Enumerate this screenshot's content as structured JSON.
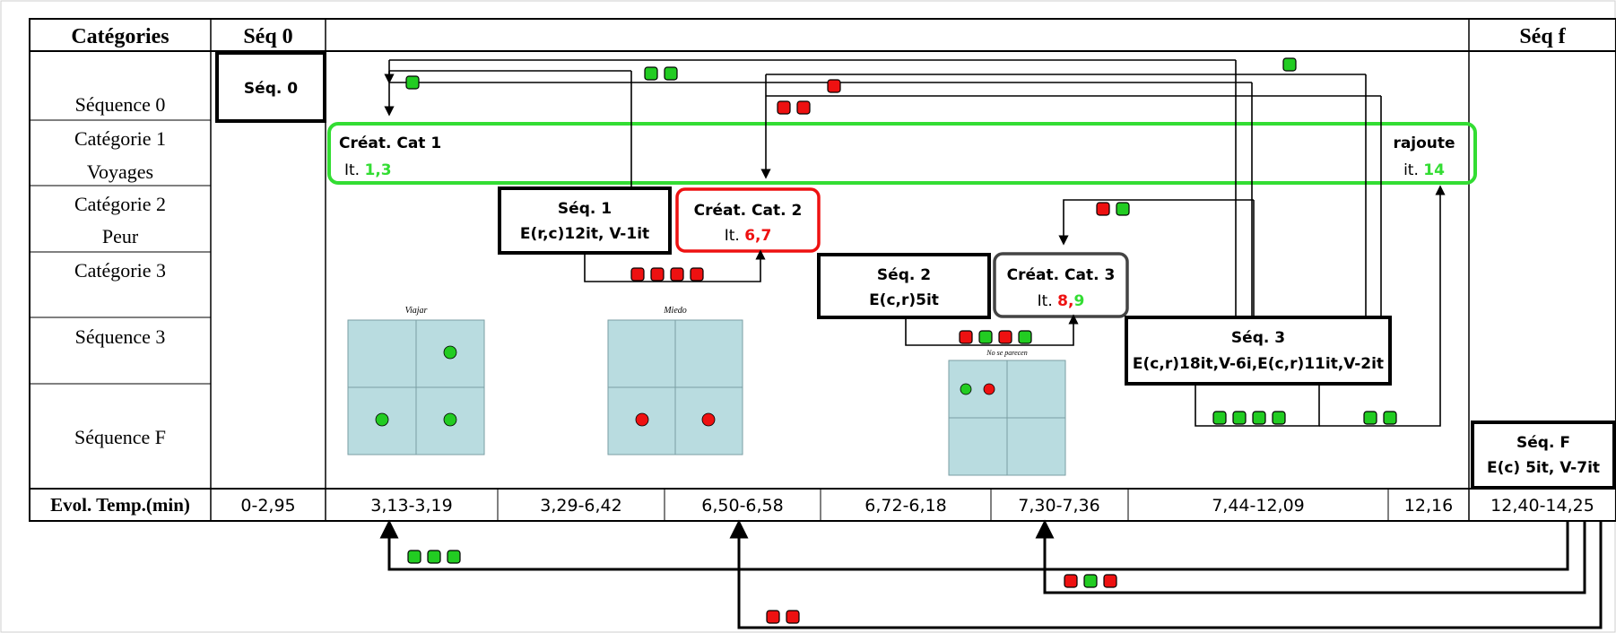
{
  "header": {
    "categories": "Catégories",
    "seq0": "Séq 0",
    "seqf": "Séq f"
  },
  "rows": {
    "sequence0": "Séquence 0",
    "cat1_l1": "Catégorie 1",
    "cat1_l2": "Voyages",
    "cat2_l1": "Catégorie 2",
    "cat2_l2": "Peur",
    "cat3": "Catégorie 3",
    "sequence3": "Séquence 3",
    "sequenceF": "Séquence F",
    "evol": "Evol. Temp.(min)"
  },
  "boxes": {
    "seq0_box": "Séq. 0",
    "creat_cat1": "Créat. Cat 1",
    "creat_cat1_it_prefix": "It. ",
    "creat_cat1_it": "1,3",
    "rajoute": "rajoute",
    "rajoute_it_prefix": "it. ",
    "rajoute_it": "14",
    "seq1_l1": "Séq. 1",
    "seq1_l2": "E(r,c)12it, V-1it",
    "creat_cat2": "Créat. Cat. 2",
    "creat_cat2_it_prefix": "It. ",
    "creat_cat2_it": "6,7",
    "seq2_l1": "Séq. 2",
    "seq2_l2": "E(c,r)5it",
    "creat_cat3": "Créat. Cat. 3",
    "creat_cat3_it_prefix": "It. ",
    "creat_cat3_it_a": "8",
    "creat_cat3_it_sep": ",",
    "creat_cat3_it_b": "9",
    "seq3_l1": "Séq. 3",
    "seq3_l2": "E(c,r)18it,V-6i,E(c,r)11it,V-2it",
    "seqF_l1": "Séq. F",
    "seqF_l2": "E(c) 5it, V-7it"
  },
  "thumbnails": {
    "viajar": "Viajar",
    "miedo": "Miedo",
    "no_se_parecen": "No se parecen"
  },
  "time": [
    "0-2,95",
    "3,13-3,19",
    "3,29-6,42",
    "6,50-6,58",
    "6,72-6,18",
    "7,30-7,36",
    "7,44-12,09",
    "12,16",
    "12,40-14,25"
  ],
  "colors": {
    "green": "#22cc22",
    "red": "#ee1111",
    "box_green": "#33dd33",
    "box_red": "#ee1111",
    "thumb_fill": "#b9dce0"
  },
  "markers": {
    "seq0_area": [
      "green",
      "green",
      "green",
      "green"
    ],
    "top_red": [
      "red",
      "red",
      "red"
    ],
    "seq1_trans": [
      "red",
      "red",
      "red",
      "red"
    ],
    "cat3_top": [
      "red",
      "green"
    ],
    "seq2_trans": [
      "red",
      "green",
      "red",
      "green"
    ],
    "seq3_trans_a": [
      "green",
      "green",
      "green",
      "green"
    ],
    "seq3_trans_b": [
      "green",
      "green"
    ],
    "bottom_a": [
      "green",
      "green",
      "green"
    ],
    "bottom_b": [
      "red",
      "green",
      "red"
    ],
    "bottom_c": [
      "red",
      "red"
    ]
  }
}
